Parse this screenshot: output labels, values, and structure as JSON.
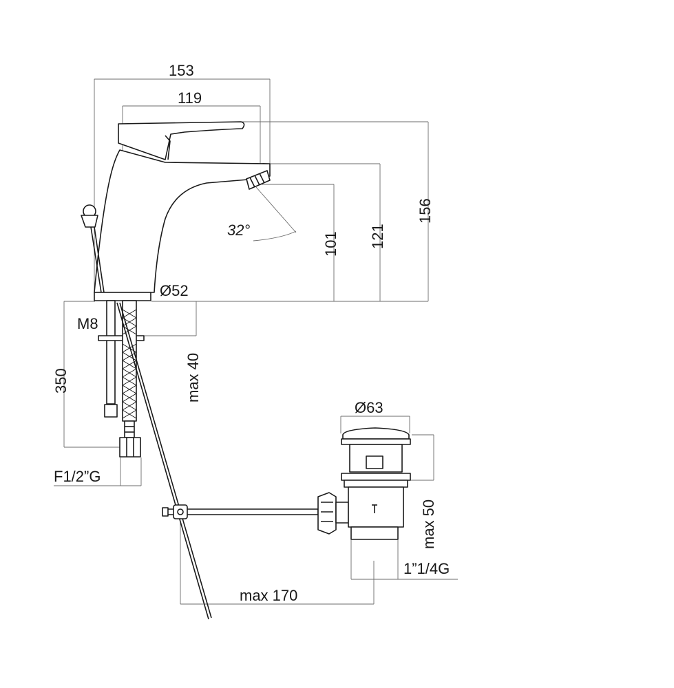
{
  "dimensions": {
    "d153": "153",
    "d119": "119",
    "d156": "156",
    "d121": "121",
    "d101": "101",
    "angle": "32°",
    "dia52": "Ø52",
    "m8": "M8",
    "d350": "350",
    "max40": "max 40",
    "f12g": "F1/2”G",
    "dia63": "Ø63",
    "max50": "max 50",
    "g114": "1”1/4G",
    "max170": "max 170"
  },
  "colors": {
    "line": "#1a1a1a",
    "dimension_line": "#6b6b6b",
    "background": "#ffffff"
  }
}
